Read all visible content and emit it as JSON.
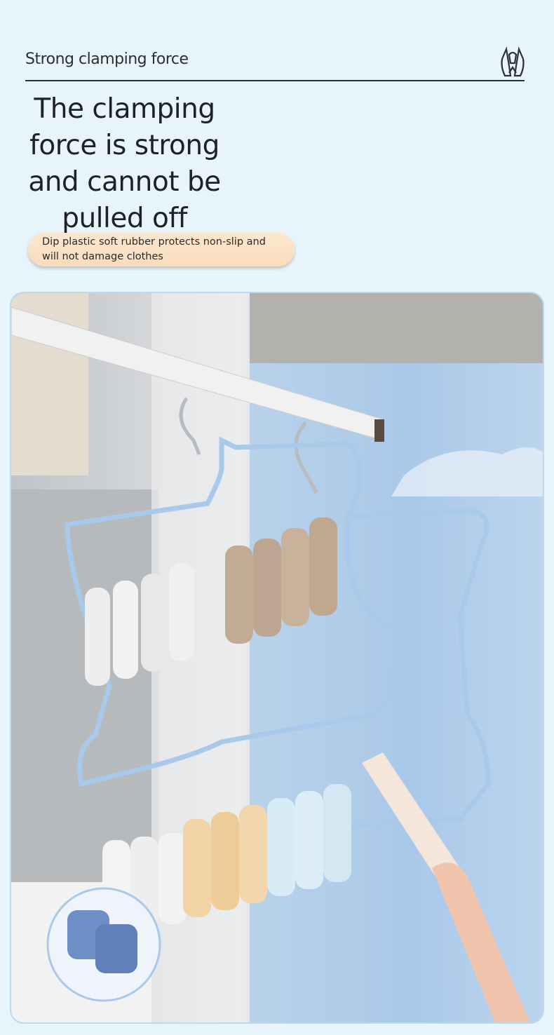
{
  "header": {
    "section_title": "Strong clamping force",
    "logo_icon": "clip-logo-icon"
  },
  "headline": {
    "lines": [
      "The clamping",
      "force is strong",
      "and cannot be",
      "pulled off"
    ]
  },
  "feature_pill": {
    "lines": [
      "Dip plastic soft rubber protects non-slip and",
      "will not damage clothes"
    ]
  },
  "colors": {
    "background": "#e8f4fc",
    "hanger_blue": "#a9c9ea",
    "pill": "#fbe2c6",
    "text": "#1f2529"
  }
}
